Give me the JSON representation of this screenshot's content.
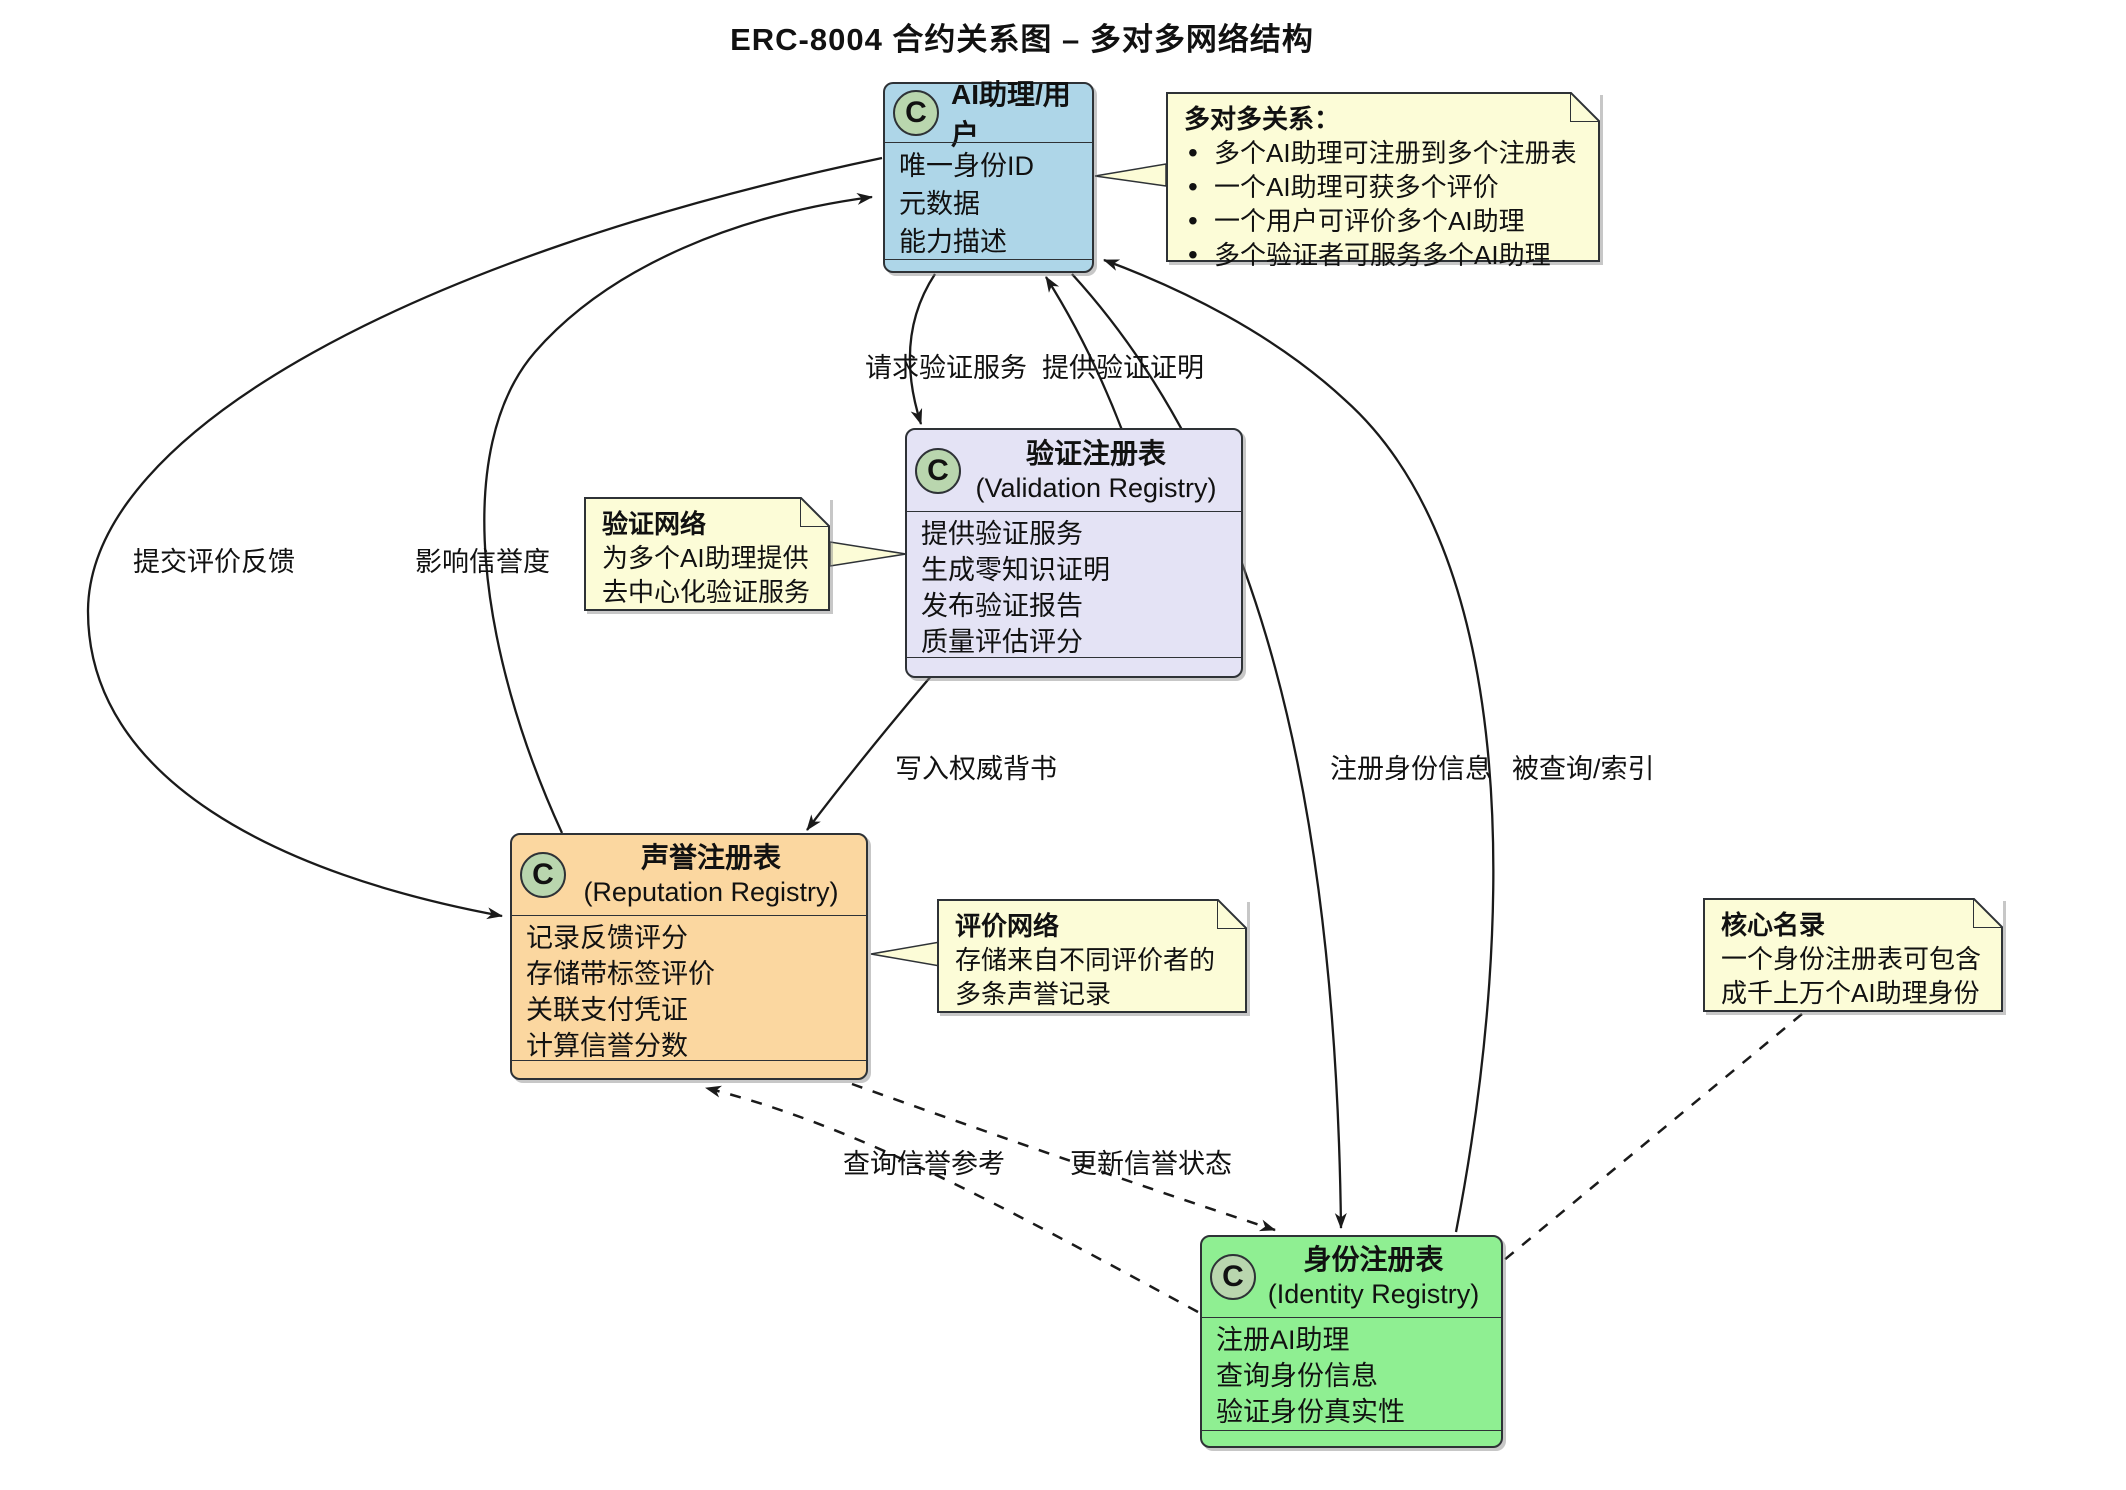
{
  "title": "ERC-8004 合约关系图 – 多对多网络结构",
  "classes": {
    "agent": {
      "stereotype": "C",
      "title": "AI助理/用户",
      "body": [
        "唯一身份ID",
        "元数据",
        "能力描述"
      ]
    },
    "validation": {
      "stereotype": "C",
      "title": "验证注册表",
      "subtitle": "(Validation Registry)",
      "body": [
        "提供验证服务",
        "生成零知识证明",
        "发布验证报告",
        "质量评估评分"
      ]
    },
    "reputation": {
      "stereotype": "C",
      "title": "声誉注册表",
      "subtitle": "(Reputation Registry)",
      "body": [
        "记录反馈评分",
        "存储带标签评价",
        "关联支付凭证",
        "计算信誉分数"
      ]
    },
    "identity": {
      "stereotype": "C",
      "title": "身份注册表",
      "subtitle": "(Identity Registry)",
      "body": [
        "注册AI助理",
        "查询身份信息",
        "验证身份真实性"
      ]
    }
  },
  "notes": {
    "many_to_many": {
      "heading": "多对多关系：",
      "bullets": [
        "多个AI助理可注册到多个注册表",
        "一个AI助理可获多个评价",
        "一个用户可评价多个AI助理",
        "多个验证者可服务多个AI助理"
      ]
    },
    "validation_network": {
      "heading": "验证网络",
      "lines": [
        "为多个AI助理提供",
        "去中心化验证服务"
      ]
    },
    "rating_network": {
      "heading": "评价网络",
      "lines": [
        "存储来自不同评价者的",
        "多条声誉记录"
      ]
    },
    "core_directory": {
      "heading": "核心名录",
      "lines": [
        "一个身份注册表可包含",
        "成千上万个AI助理身份"
      ]
    }
  },
  "edges": {
    "submit_feedback": {
      "label": "提交评价反馈"
    },
    "affect_reputation": {
      "label": "影响信誉度"
    },
    "request_validation": {
      "label": "请求验证服务"
    },
    "provide_proof": {
      "label": "提供验证证明"
    },
    "write_endorsement": {
      "label": "写入权威背书"
    },
    "register_identity": {
      "label": "注册身份信息"
    },
    "queried_indexed": {
      "label": "被查询/索引"
    },
    "query_reputation": {
      "label": "查询信誉参考"
    },
    "update_reputation": {
      "label": "更新信誉状态"
    }
  },
  "colors": {
    "c-agent": "#aed6e8",
    "c-validation": "#e4e3f5",
    "c-reputation": "#fbd7a0",
    "c-identity": "#8fef92",
    "c-note": "#fcfcd7",
    "c-border": "#2e3236",
    "c-line": "#1a1a1a",
    "c-circle": "#b9d6ae"
  }
}
